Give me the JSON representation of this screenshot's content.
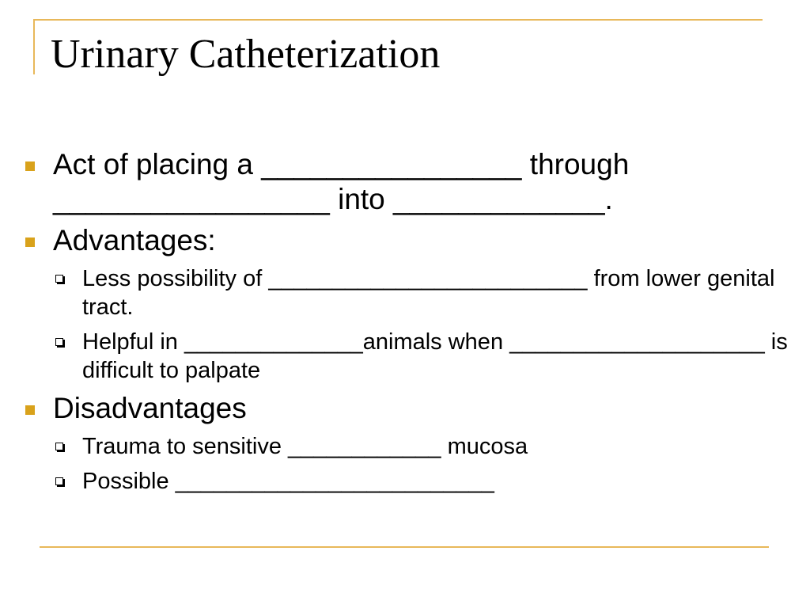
{
  "slide": {
    "title": "Urinary Catheterization",
    "accent_color": "#e8b85a",
    "bullet_color": "#d9a21b",
    "items": [
      {
        "text": "Act of placing a ________________ through _________________ into _____________."
      },
      {
        "text": "Advantages:",
        "subitems": [
          {
            "text": "Less possibility of _________________________ from lower genital tract."
          },
          {
            "text": "Helpful in ______________animals when ____________________ is difficult to palpate"
          }
        ]
      },
      {
        "text": "Disadvantages",
        "subitems": [
          {
            "text": "Trauma to sensitive ____________ mucosa"
          },
          {
            "text": "Possible _________________________"
          }
        ]
      }
    ]
  }
}
